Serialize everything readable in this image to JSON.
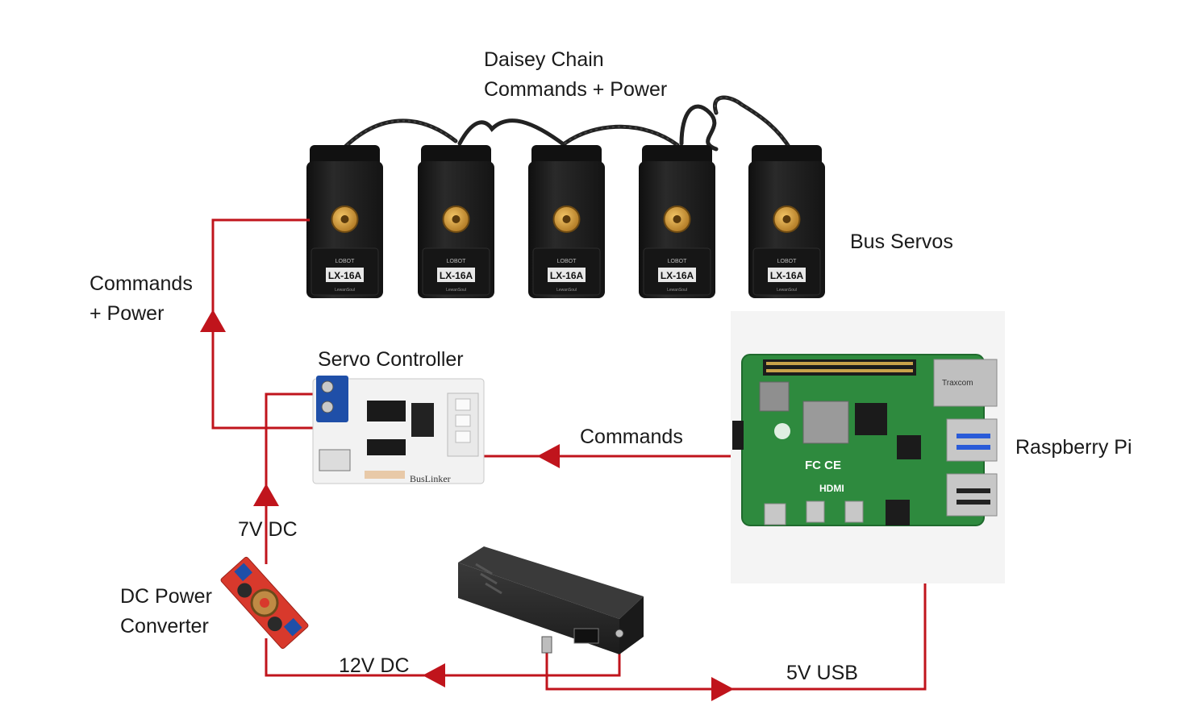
{
  "labels": {
    "daisy_chain": [
      "Daisey Chain",
      "Commands + Power"
    ],
    "bus_servos": "Bus Servos",
    "commands_power": [
      "Commands",
      "+ Power"
    ],
    "servo_controller": "Servo Controller",
    "commands": "Commands",
    "raspberry_pi": "Raspberry Pi",
    "v7_dc": "7V DC",
    "dc_power_converter": [
      "DC Power",
      "Converter"
    ],
    "v12_dc": "12V DC",
    "v5_usb": "5V USB"
  },
  "servos": [
    {
      "model": "LX-16A",
      "brand": "LOBOT",
      "maker": "LewanSoul"
    },
    {
      "model": "LX-16A",
      "brand": "LOBOT",
      "maker": "LewanSoul"
    },
    {
      "model": "LX-16A",
      "brand": "LOBOT",
      "maker": "LewanSoul"
    },
    {
      "model": "LX-16A",
      "brand": "LOBOT",
      "maker": "LewanSoul"
    },
    {
      "model": "LX-16A",
      "brand": "LOBOT",
      "maker": "LewanSoul"
    }
  ],
  "board_text": {
    "controller": "BusLinker",
    "pi_hdmi": "HDMI",
    "pi_fcc": "FC CE",
    "pi_ethernet": "Traxcom"
  },
  "colors": {
    "wire": "#c0141c",
    "servo_body": "#1d1d1d",
    "brass": "#c98a2a",
    "pcb_green": "#2e8a3e",
    "terminal_blue": "#1f4fa8",
    "converter_red": "#d8392c",
    "battery": "#2c2c2c"
  }
}
